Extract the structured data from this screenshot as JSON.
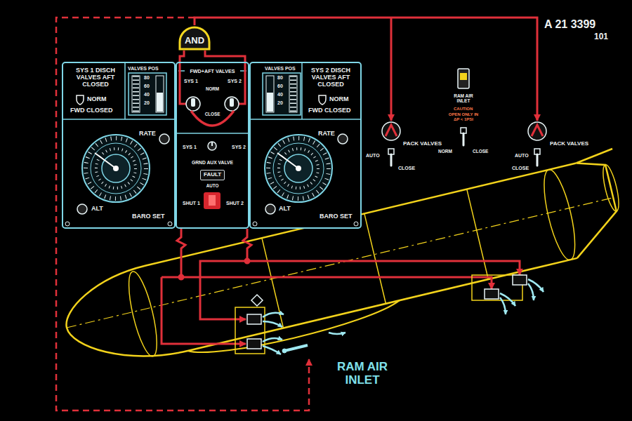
{
  "diagram": {
    "nodes": [
      {
        "text": [
          "AND"
        ]
      },
      {
        "text": [
          "SYS 1 DISCH VALVES AFT CLOSED",
          "NORM",
          "FWD CLOSED",
          "VALVES POS",
          "RATE",
          "ALT",
          "BARO SET"
        ]
      },
      {
        "text": [
          "FWD+AFT VALVES",
          "SYS 1",
          "SYS 2",
          "NORM",
          "CLOSE",
          "SYS 1",
          "SYS 2",
          "GRND AUX VALVE",
          "AUTO",
          "SHUT 1",
          "SHUT 2"
        ]
      },
      {
        "text": [
          "VALVES POS",
          "SYS 2 DISCH VALVES AFT CLOSED",
          "NORM",
          "FWD CLOSED",
          "RATE",
          "ALT",
          "BARO SET"
        ]
      },
      {
        "text": [
          "FAULT"
        ],
        "in": 2
      }
    ],
    "edges": [
      {
        "from": 2,
        "to": 0,
        "arrow": "none"
      }
    ],
    "labels": [
      "A 21 3399",
      "101",
      "80",
      "60",
      "40",
      "20",
      "80",
      "60",
      "40",
      "20",
      "PACK VALVES",
      "AUTO",
      "CLOSE",
      "RAM AIR INLET",
      "CAUTION",
      "OPEN ONLY IN ΔP < 1PSI",
      "NORM",
      "CLOSE",
      "PACK VALVES",
      "AUTO",
      "CLOSE",
      "RAM AIR INLET"
    ]
  }
}
